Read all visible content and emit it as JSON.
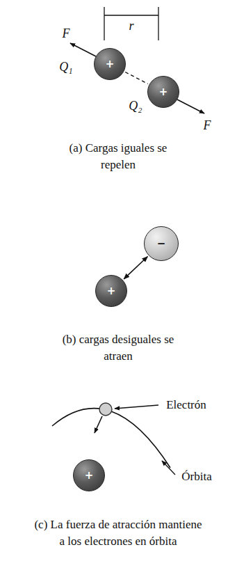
{
  "diagram": {
    "nodes": [
      {
        "text": [
          "+"
        ]
      },
      {
        "text": [
          "+"
        ]
      },
      {
        "text": [
          "−"
        ]
      },
      {
        "text": [
          "+"
        ]
      },
      {
        "text": [
          "+"
        ]
      }
    ],
    "edges": [
      {
        "from": 0,
        "to": 1,
        "arrow": "none"
      },
      {
        "from": 2,
        "to": 3,
        "arrow": "both"
      }
    ],
    "labels": [
      "F",
      "Q₁",
      "r",
      "Q₂",
      "F",
      "(a) Cargas iguales se repelen",
      "(b) cargas desiguales se atraen",
      "Electrón",
      "Órbita",
      "(c) La fuerza de atracción mantiene a los electrones en órbita"
    ]
  }
}
